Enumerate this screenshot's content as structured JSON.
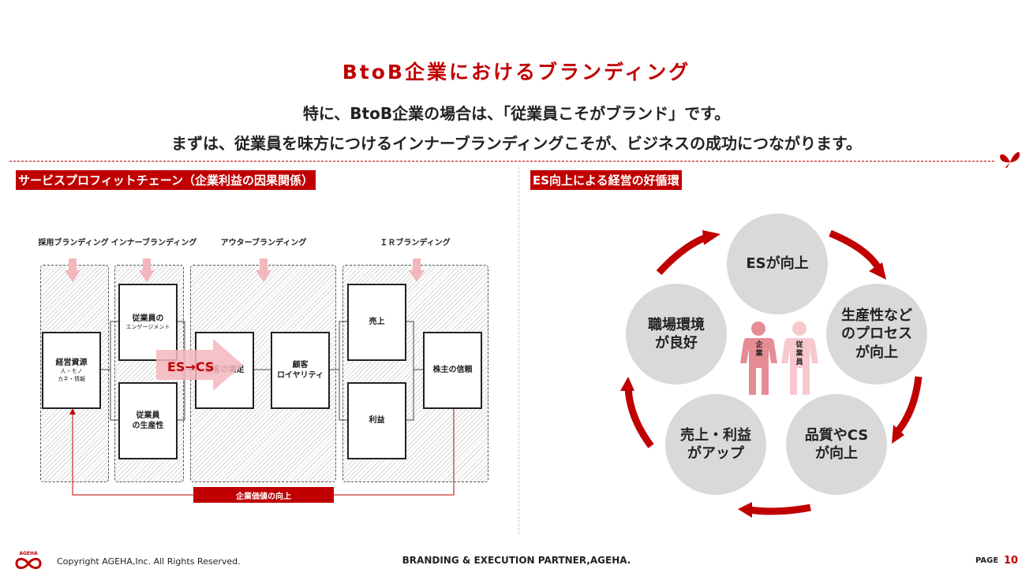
{
  "title": "BtoB企業におけるブランディング",
  "lead": {
    "line1": "特に、BtoB企業の場合は、「従業員こそがブランド」です。",
    "line2": "まずは、従業員を味方につけるインナーブランディングこそが、ビジネスの成功につながります。"
  },
  "left": {
    "section_title": "サービスプロフィットチェーン（企業利益の因果関係）",
    "phases": [
      "採用ブランディング",
      "インナーブランディング",
      "アウターブランディング",
      "ＩＲブランディング"
    ],
    "boxes": {
      "resources": "経営資源",
      "resources_sub1": "人・モノ",
      "resources_sub2": "カネ・情報",
      "engagement_1": "従業員の",
      "engagement_2": "エンゲージメント",
      "productivity_1": "従業員",
      "productivity_2": "の生産性",
      "satisfaction": "顧客の満足",
      "loyalty_1": "顧客",
      "loyalty_2": "ロイヤリティ",
      "sales": "売上",
      "profit": "利益",
      "shareholder": "株主の信頼"
    },
    "es_cs": "ES→CS",
    "value_label": "企業価値の向上"
  },
  "right": {
    "section_title": "ES向上による経営の好循環",
    "cycle": [
      "ESが向上",
      "生産性など\nのプロセス\nが向上",
      "品質やCS\nが向上",
      "売上・利益\nがアップ",
      "職場環境\nが良好"
    ],
    "figure_left": "企業",
    "figure_right": "従業員"
  },
  "footer": {
    "logo": "AGEHA",
    "copyright": "Copyright AGEHA,Inc. All Rights Reserved.",
    "tagline": "BRANDING & EXECUTION PARTNER,AGEHA.",
    "page_label": "PAGE",
    "page_number": "10"
  },
  "colors": {
    "accent": "#c00000",
    "circle": "#d9d9d9",
    "pink": "#f4b6bd"
  }
}
